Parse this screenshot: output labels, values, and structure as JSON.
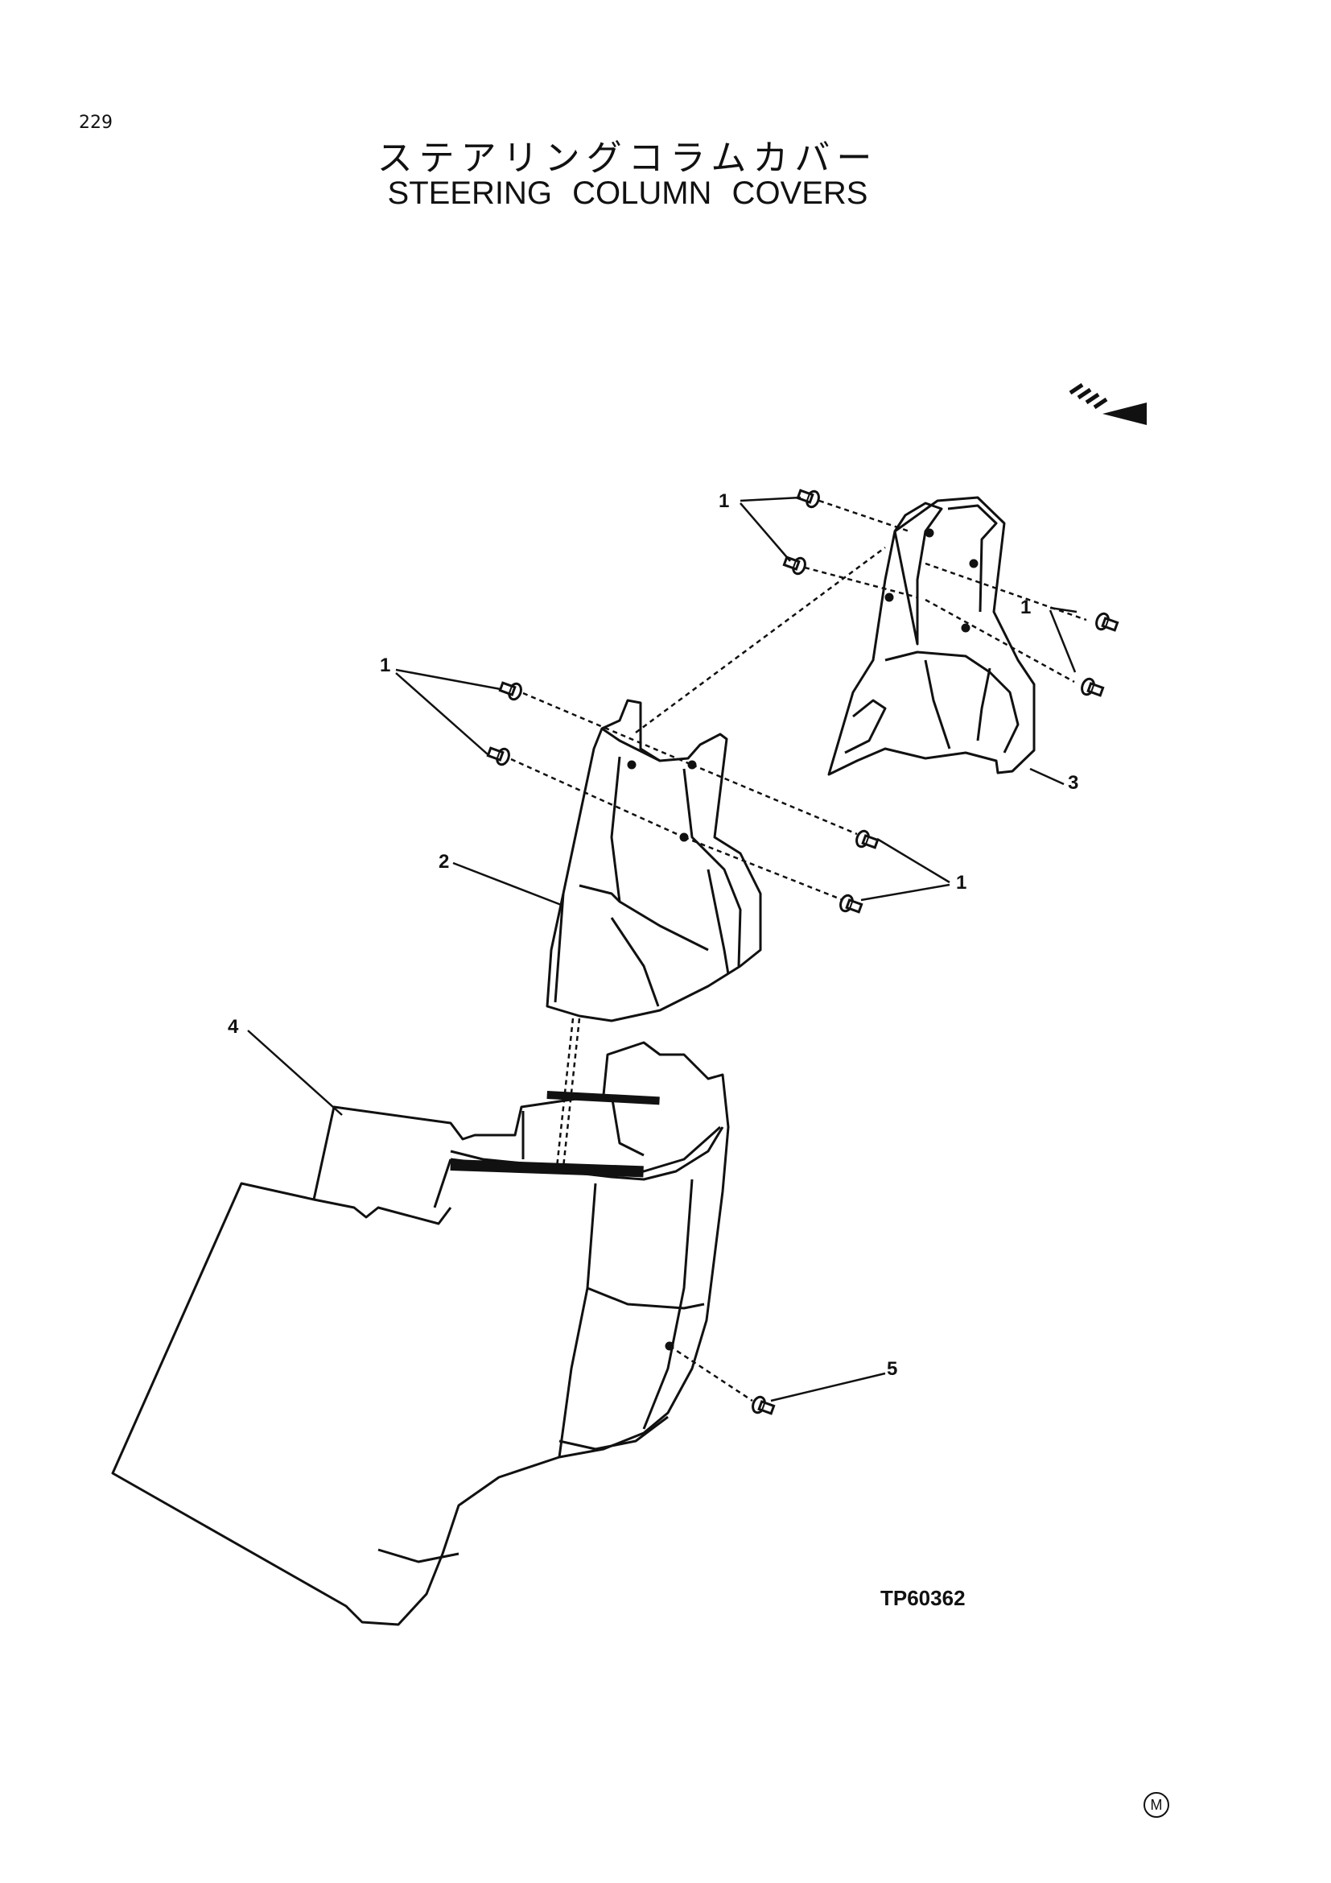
{
  "page": {
    "number": "229",
    "title_jp": "ステアリングコラムカバー",
    "title_en": "STEERING COLUMN COVERS",
    "drawing_code": "TP60362",
    "corner_mark": "M"
  },
  "callouts": {
    "c1_top": "1",
    "c1_upper_right": "1",
    "c1_left": "1",
    "c1_right": "1",
    "c2": "2",
    "c3": "3",
    "c4": "4",
    "c5": "5"
  },
  "parts": [
    {
      "number": "1",
      "depiction": "bolt"
    },
    {
      "number": "2",
      "depiction": "upper column cover"
    },
    {
      "number": "3",
      "depiction": "rear column cover"
    },
    {
      "number": "4",
      "depiction": "lower column cover"
    },
    {
      "number": "5",
      "depiction": "screw"
    }
  ],
  "colors": {
    "ink": "#111111",
    "paper": "#ffffff"
  },
  "icons": [
    "direction-arrow-icon",
    "bolt-icon",
    "circled-m-icon"
  ]
}
